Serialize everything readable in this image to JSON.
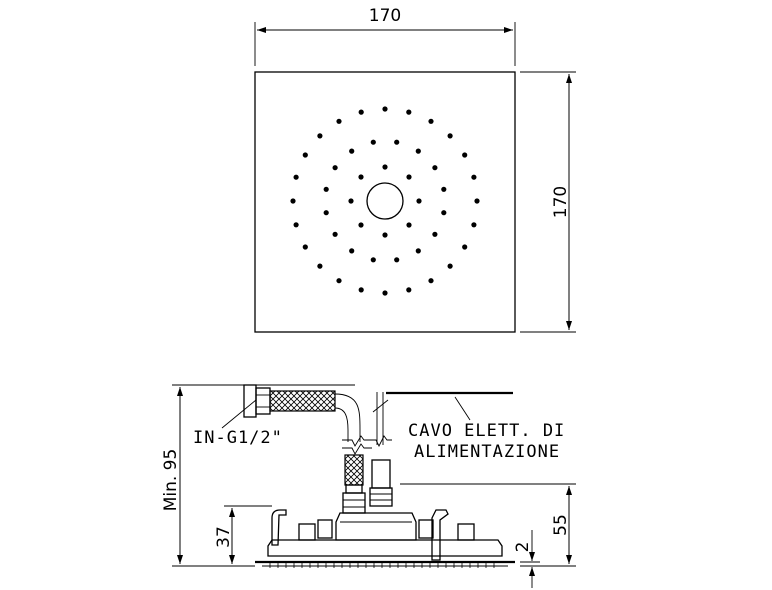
{
  "top_view": {
    "width_label": "170",
    "height_label": "170",
    "nozzle_count_note": ""
  },
  "side_view": {
    "inlet_label": "IN-G1/2\"",
    "min_height_label": "Min. 95",
    "cable_label_line1": "CAVO ELETT. DI",
    "cable_label_line2": "ALIMENTAZIONE",
    "dim_37": "37",
    "dim_55": "55",
    "dim_2": "2"
  }
}
